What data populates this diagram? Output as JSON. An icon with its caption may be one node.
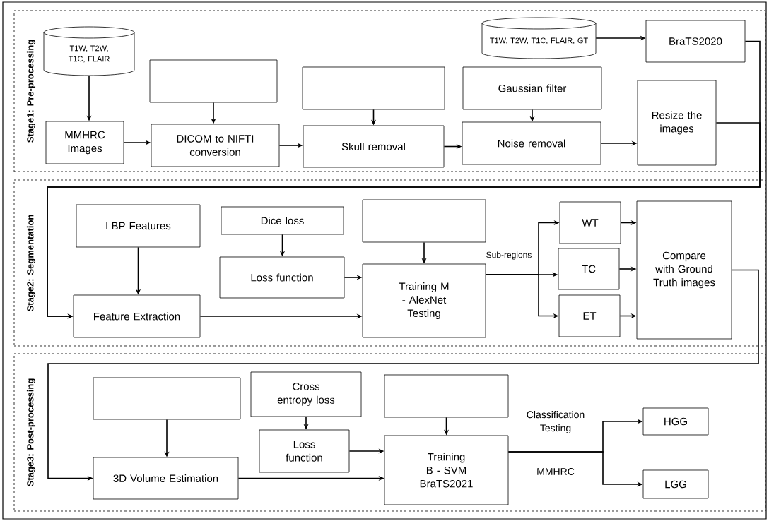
{
  "diagram": {
    "nodes": [
      {
        "text": [
          "Stage1: Pre-processing"
        ]
      },
      {
        "text": [
          "T1W, T2W, T1C, FLAIR"
        ],
        "in": 0
      },
      {
        "text": [
          "MMHRC Images"
        ],
        "in": 0
      },
      {
        "text": [],
        "shape": "box",
        "in": 0
      },
      {
        "text": [
          "DICOM to NIFTI conversion"
        ],
        "in": 0
      },
      {
        "text": [],
        "shape": "box",
        "in": 0
      },
      {
        "text": [
          "Skull removal"
        ],
        "in": 0
      },
      {
        "text": [
          "T1W, T2W, T1C, FLAIR, GT"
        ],
        "in": 0
      },
      {
        "text": [
          "BraTS2020"
        ],
        "in": 0
      },
      {
        "text": [
          "Gaussian filter"
        ],
        "in": 0
      },
      {
        "text": [
          "Noise removal"
        ],
        "in": 0
      },
      {
        "text": [
          "Resize the images"
        ],
        "in": 0
      },
      {
        "text": [
          "Stage2: Segmentation"
        ]
      },
      {
        "text": [
          "LBP Features"
        ],
        "in": 12
      },
      {
        "text": [
          "Feature Extraction"
        ],
        "in": 12
      },
      {
        "text": [
          "Dice loss"
        ],
        "in": 12
      },
      {
        "text": [
          "Loss function"
        ],
        "in": 12
      },
      {
        "text": [],
        "shape": "box",
        "in": 12
      },
      {
        "text": [
          "Training M - AlexNet Testing"
        ],
        "in": 12
      },
      {
        "text": [
          "WT"
        ],
        "in": 12
      },
      {
        "text": [
          "TC"
        ],
        "in": 12
      },
      {
        "text": [
          "ET"
        ],
        "in": 12
      },
      {
        "text": [
          "Compare with Ground Truth images"
        ],
        "in": 12
      },
      {
        "text": [
          "Stage3: Post-processing"
        ]
      },
      {
        "text": [],
        "shape": "box",
        "in": 23
      },
      {
        "text": [
          "Cross entropy loss"
        ],
        "in": 23
      },
      {
        "text": [
          "Loss function"
        ],
        "in": 23
      },
      {
        "text": [
          "3D Volume Estimation"
        ],
        "in": 23
      },
      {
        "text": [],
        "shape": "box",
        "in": 23
      },
      {
        "text": [
          "Training B - SVM BraTS2021"
        ],
        "in": 23
      },
      {
        "text": [
          "HGG"
        ],
        "in": 23
      },
      {
        "text": [
          "LGG"
        ],
        "in": 23
      }
    ],
    "edges": [
      {
        "from": 1,
        "to": 2,
        "arrow": "to"
      },
      {
        "from": 3,
        "to": 4,
        "arrow": "to"
      },
      {
        "from": 2,
        "to": 4,
        "arrow": "to"
      },
      {
        "from": 4,
        "to": 6,
        "arrow": "to"
      },
      {
        "from": 5,
        "to": 6,
        "arrow": "to"
      },
      {
        "from": 6,
        "to": 10,
        "arrow": "to"
      },
      {
        "from": 9,
        "to": 10,
        "arrow": "to"
      },
      {
        "from": 10,
        "to": 11,
        "arrow": "to"
      },
      {
        "from": 7,
        "to": 8,
        "arrow": "to"
      },
      {
        "from": 8,
        "to": 14,
        "arrow": "to"
      },
      {
        "from": 11,
        "to": 14,
        "arrow": "to"
      },
      {
        "from": 13,
        "to": 14,
        "arrow": "to"
      },
      {
        "from": 14,
        "to": 18,
        "arrow": "to"
      },
      {
        "from": 15,
        "to": 16,
        "arrow": "to"
      },
      {
        "from": 16,
        "to": 18,
        "arrow": "to"
      },
      {
        "from": 17,
        "to": 18,
        "arrow": "to"
      },
      {
        "from": 18,
        "to": 19,
        "arrow": "to"
      },
      {
        "from": 18,
        "to": 20,
        "arrow": "to",
        "label": "Sub-regions"
      },
      {
        "from": 18,
        "to": 21,
        "arrow": "to"
      },
      {
        "from": 19,
        "to": 22,
        "arrow": "to"
      },
      {
        "from": 20,
        "to": 22,
        "arrow": "to"
      },
      {
        "from": 21,
        "to": 22,
        "arrow": "to"
      },
      {
        "from": 22,
        "to": 27,
        "arrow": "to"
      },
      {
        "from": 24,
        "to": 27,
        "arrow": "to"
      },
      {
        "from": 25,
        "to": 26,
        "arrow": "to"
      },
      {
        "from": 26,
        "to": 29,
        "arrow": "to"
      },
      {
        "from": 28,
        "to": 29,
        "arrow": "to"
      },
      {
        "from": 27,
        "to": 29,
        "arrow": "to"
      },
      {
        "from": 29,
        "to": 30,
        "arrow": "to",
        "label": "Classification Testing"
      },
      {
        "from": 29,
        "to": 31,
        "arrow": "to",
        "label": "MMHRC"
      }
    ]
  }
}
